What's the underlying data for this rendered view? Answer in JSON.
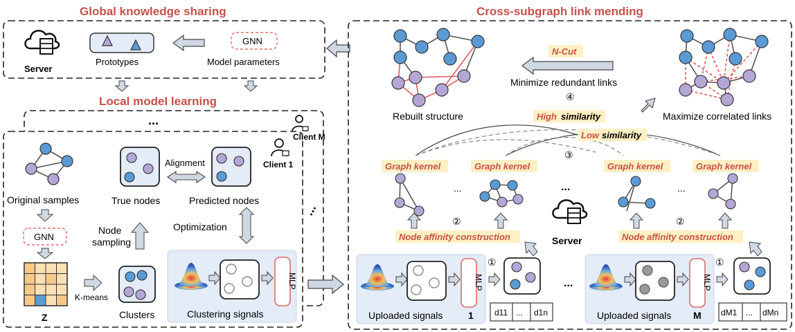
{
  "titles": {
    "global": "Global knowledge sharing",
    "local": "Local model learning",
    "cross": "Cross-subgraph link mending"
  },
  "global_panel": {
    "server": "Server",
    "prototypes": "Prototypes",
    "gnn": "GNN",
    "model_params": "Model parameters"
  },
  "local_panel": {
    "ellipsis": "...",
    "client_m": "Client M",
    "client_1": "Client 1",
    "alignment": "Alignment",
    "original_samples": "Original samples",
    "true_nodes": "True nodes",
    "predicted_nodes": "Predicted nodes",
    "gnn": "GNN",
    "node_sampling_1": "Node",
    "node_sampling_2": "sampling",
    "optimization": "Optimization",
    "z": "Z",
    "kmeans": "K-means",
    "clusters": "Clusters",
    "clustering_signals": "Clustering signals",
    "mlp": "MLP"
  },
  "cross_panel": {
    "ncut": "N-Cut",
    "minimize": "Minimize redundant links",
    "step4": "④",
    "rebuilt": "Rebuilt structure",
    "maximize": "Maximize correlated links",
    "high_sim_1": "High",
    "high_sim_2": "similarity",
    "low_sim_1": "Low",
    "low_sim_2": "similarity",
    "step3": "③",
    "graph_kernel": "Graph kernel",
    "ellipsis": "...",
    "step2": "②",
    "node_affinity": "Node affinity construction",
    "server": "Server",
    "step1": "①",
    "mlp": "MLP",
    "uploaded_signals": "Uploaded signals",
    "client_1_num": "1",
    "client_m_num": "M",
    "d11": "d11",
    "d1n": "d1n",
    "dm1": "dM1",
    "dmn": "dMn"
  },
  "colors": {
    "blue_node": "#5b9bd5",
    "purple_node": "#b4a7d6",
    "red_accent": "#c8504a",
    "highlight_bg": "#fdf0c4",
    "panel_bg": "#e3ecf7"
  }
}
